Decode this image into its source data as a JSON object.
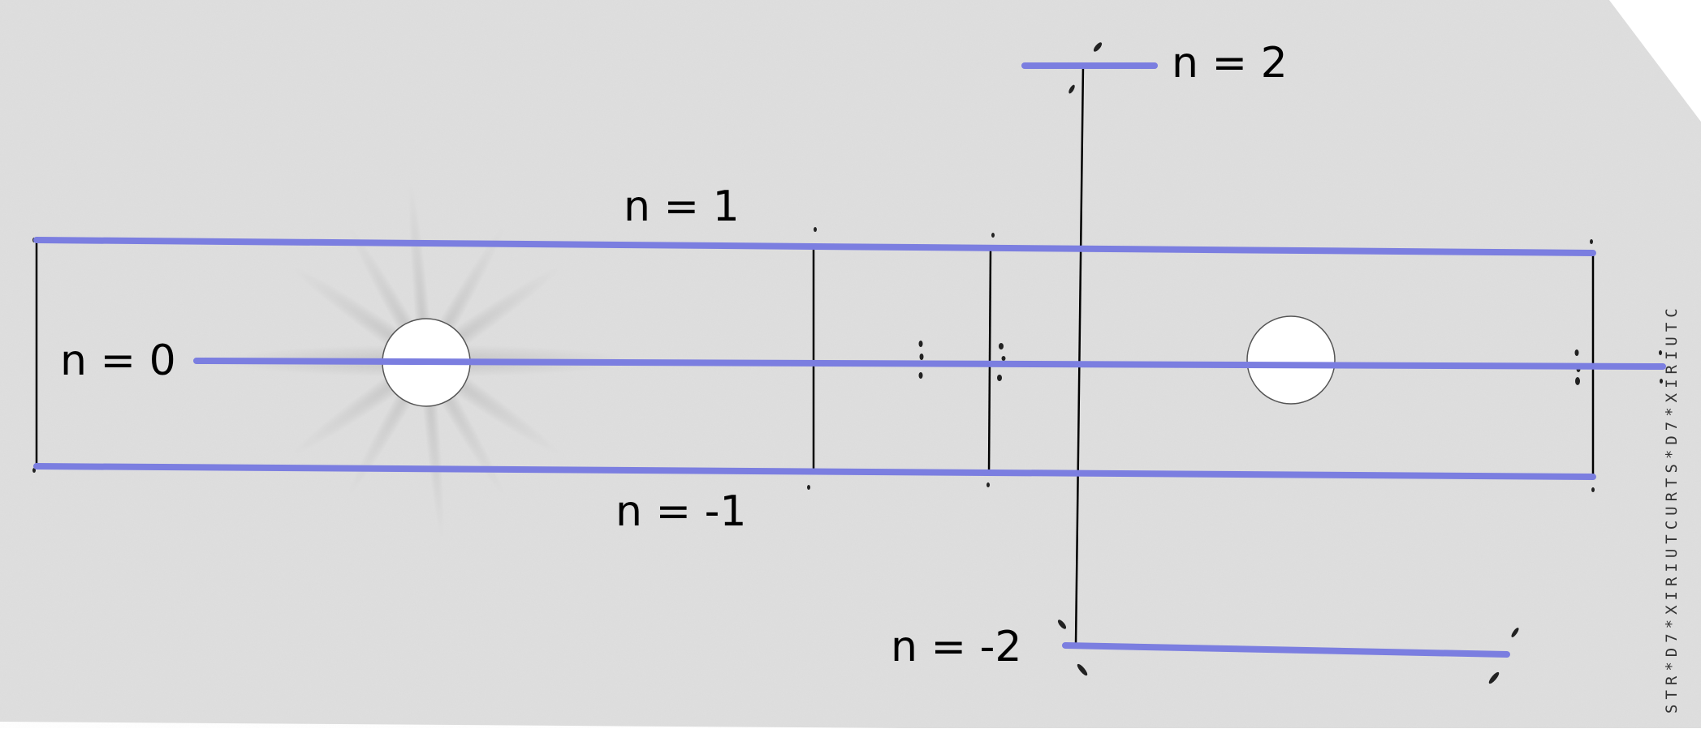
{
  "diagram": {
    "labels": {
      "n0": "n = 0",
      "n1": "n = 1",
      "n_minus1": "n = -1",
      "n2": "n = 2",
      "n_minus2": "n = -2"
    },
    "film_edge_text": "STR*D7*XIRIUTCURTS*D7*XIRIUTC",
    "colors": {
      "layer_line": "#7b7ee0",
      "connector": "#000000",
      "film_background": "#dedede",
      "beam_hole": "#ffffff",
      "spot": "#222222"
    }
  }
}
